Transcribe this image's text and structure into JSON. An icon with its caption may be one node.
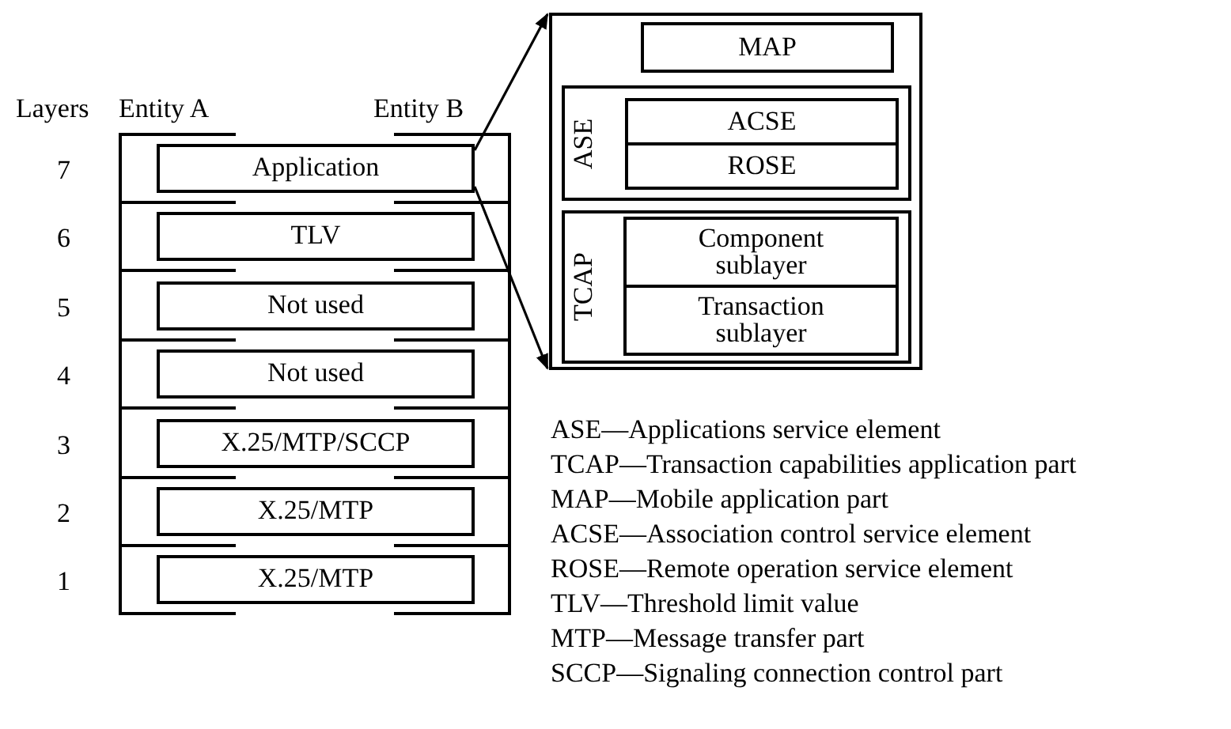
{
  "diagram": {
    "nodes": [
      {
        "text": [
          "Application"
        ]
      },
      {
        "text": [
          "TLV"
        ]
      },
      {
        "text": [
          "Not used"
        ]
      },
      {
        "text": [
          "Not used"
        ]
      },
      {
        "text": [
          "X.25/MTP/SCCP"
        ]
      },
      {
        "text": [
          "X.25/MTP"
        ]
      },
      {
        "text": [
          "X.25/MTP"
        ]
      },
      {
        "text": [],
        "shape": "box"
      },
      {
        "text": [
          "MAP"
        ],
        "in": 7
      },
      {
        "text": [
          "ASE"
        ],
        "in": 7
      },
      {
        "text": [
          "ACSE"
        ],
        "in": 9
      },
      {
        "text": [
          "ROSE"
        ],
        "in": 9
      },
      {
        "text": [
          "TCAP"
        ],
        "in": 7
      },
      {
        "text": [
          "Component sublayer"
        ],
        "in": 12
      },
      {
        "text": [
          "Transaction sublayer"
        ],
        "in": 12
      }
    ],
    "edges": [
      {
        "from": 0,
        "to": 7,
        "arrow": "to"
      },
      {
        "from": 0,
        "to": 7,
        "arrow": "to"
      }
    ],
    "labels": [
      "Layers",
      "Entity A",
      "Entity B",
      "7",
      "6",
      "5",
      "4",
      "3",
      "2",
      "1",
      "ASE—Applications service element",
      "TCAP—Transaction capabilities application part",
      "MAP—Mobile application part",
      "ACSE—Association control service element",
      "ROSE—Remote operation service element",
      "TLV—Threshold limit value",
      "MTP—Message transfer part",
      "SCCP—Signaling connection control part"
    ]
  }
}
